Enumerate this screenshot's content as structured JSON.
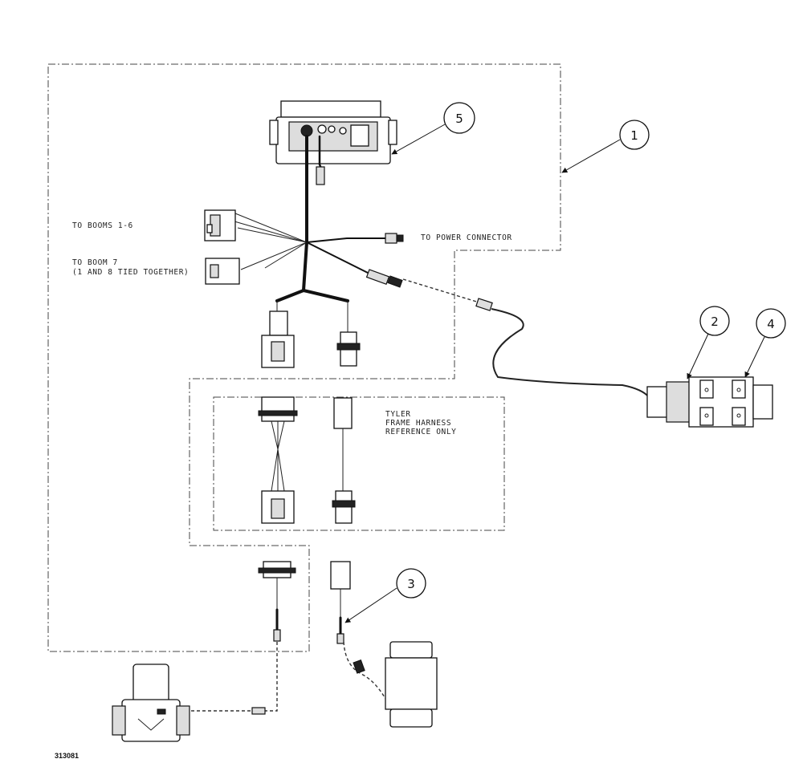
{
  "labels": {
    "to_booms_1_6": "TO BOOMS 1-6",
    "to_boom_7_line1": "TO BOOM 7",
    "to_boom_7_line2": "(1 AND 8 TIED TOGETHER)",
    "to_power_connector": "TO POWER CONNECTOR",
    "tyler_line1": "TYLER",
    "tyler_line2": "FRAME HARNESS",
    "tyler_line3": "REFERENCE ONLY"
  },
  "callouts": {
    "c1": "1",
    "c2": "2",
    "c3": "3",
    "c4": "4",
    "c5": "5"
  },
  "figure_number": "313081"
}
